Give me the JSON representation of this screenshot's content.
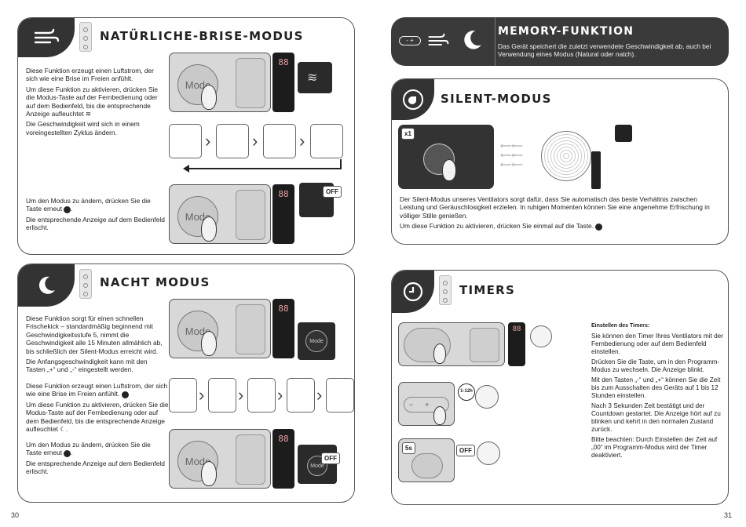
{
  "page_left": {
    "number": "30",
    "brise": {
      "title": "NATÜRLICHE-BRISE-MODUS",
      "p1": "Diese Funktion erzeugt einen Luftstrom, der sich wie eine Brise im Freien anfühlt.",
      "p2": "Um diese Funktion zu aktivieren, drücken Sie die Modus-Taste auf der Fernbedienung oder auf dem Bedienfeld, bis die entsprechende Anzeige aufleuchtet",
      "p3": "Die Geschwindigkeit wird sich in einem voreingestellten Zyklus ändern.",
      "p4": "Um den Modus zu ändern, drücken Sie die Taste erneut",
      "p5": "Die entsprechende Anzeige auf dem Bedienfeld erlischt.",
      "mode_label": "Mode",
      "off_label": "OFF",
      "display_value": "88"
    },
    "nacht": {
      "title": "NACHT MODUS",
      "p1": "Diese Funktion sorgt für einen schnellen Frischekick – standardmäßig beginnend mit Geschwindigkeitsstufe 5, nimmt die Geschwindigkeit alle 15 Minuten allmählich ab, bis schließlich der Silent-Modus erreicht wird.",
      "p2": "Die Anfangsgeschwindigkeit kann mit den Tasten „+“ und „-“ eingestellt werden.",
      "p3": "Diese Funktion erzeugt einen Luftstrom, der sich wie eine Brise im Freien anfühlt.",
      "p4": "Um diese Funktion zu aktivieren, drücken Sie die Modus-Taste auf der Fernbedienung oder auf dem Bedienfeld, bis die entsprechende Anzeige aufleuchtet",
      "p5": "Um den Modus zu ändern, drücken Sie die Taste erneut",
      "p6": "Die entsprechende Anzeige auf dem Bedienfeld erlischt.",
      "mode_label": "Mode",
      "off_label": "OFF",
      "display_value": "88"
    }
  },
  "page_right": {
    "number": "31",
    "memory": {
      "title": "MEMORY-FUNKTION",
      "text": "Das Gerät speichert die zuletzt verwendete Geschwindigkeit ab, auch bei Verwendung eines Modus (Natural oder natch)."
    },
    "silent": {
      "title": "SILENT-MODUS",
      "badge": "x1",
      "p1": "Der Silent-Modus unseres Ventilators sorgt dafür, dass Sie automatisch das beste Verhältnis zwischen Leistung und Geräuschlosigkeit erzielen. In ruhigen Momenten können Sie eine angenehme Erfrischung in völliger Stille genießen.",
      "p2": "Um diese Funktion zu aktivieren, drücken Sie einmal auf die Taste."
    },
    "timers": {
      "title": "TIMERS",
      "subtitle": "Einstellen des Timers:",
      "p1": "Sie können den Timer Ihres Ventilators mit der Fernbedienung oder auf dem Bedienfeld einstellen.",
      "p2": "Drücken Sie die Taste, um in den Programm-Modus zu wechseln. Die Anzeige blinkt.",
      "p3": "Mit den Tasten „-“ und „+“ können Sie die Zeit bis zum Ausschalten des Geräts auf 1 bis 12 Stunden einstellen.",
      "p4": "Nach 3 Sekunden Zeit bestätigt und der Countdown gestartet. Die Anzeige hört auf zu blinken und kehrt in den normalen Zustand zurück.",
      "p5": "Bitte beachten: Durch Einstellen der Zeit auf „00“ im Programm-Modus wird der Timer deaktiviert.",
      "range_label": "1-12h",
      "badge_5s": "5s",
      "off_label": "OFF",
      "display_value": "88"
    }
  }
}
